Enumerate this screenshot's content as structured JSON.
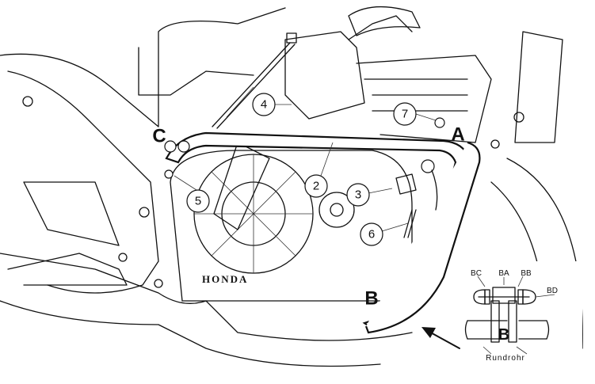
{
  "diagram": {
    "part_numbers": [
      "2",
      "3",
      "4",
      "5",
      "6",
      "7"
    ],
    "mount_points": {
      "a": "A",
      "b": "B",
      "c": "C"
    },
    "engine_brand": "HONDA",
    "detail": {
      "labels": {
        "bc": "BC",
        "ba": "BA",
        "bb": "BB",
        "bd": "BD",
        "b": "B"
      },
      "caption": "Rundrohr"
    }
  }
}
